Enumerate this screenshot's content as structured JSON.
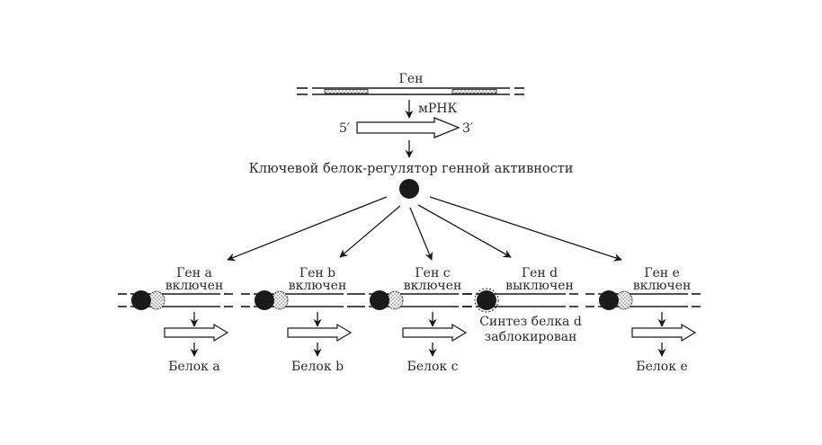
{
  "top": {
    "gene_label": "Ген",
    "mrna_label": "мРНК",
    "five_prime": "5′",
    "three_prime": "3′",
    "regulator_label": "Ключевой белок-регулятор генной активности"
  },
  "genes": [
    {
      "name": "Ген a",
      "state": "включен",
      "on": true,
      "product": "Белок a"
    },
    {
      "name": "Ген b",
      "state": "включен",
      "on": true,
      "product": "Белок b"
    },
    {
      "name": "Ген c",
      "state": "включен",
      "on": true,
      "product": "Белок c"
    },
    {
      "name": "Ген d",
      "state": "выключен",
      "on": false,
      "blocked_line1": "Синтез белка d",
      "blocked_line2": "заблокирован"
    },
    {
      "name": "Ген e",
      "state": "включен",
      "on": true,
      "product": "Белок e"
    }
  ],
  "colors": {
    "ink": "#1a1a1a",
    "background": "#ffffff"
  }
}
